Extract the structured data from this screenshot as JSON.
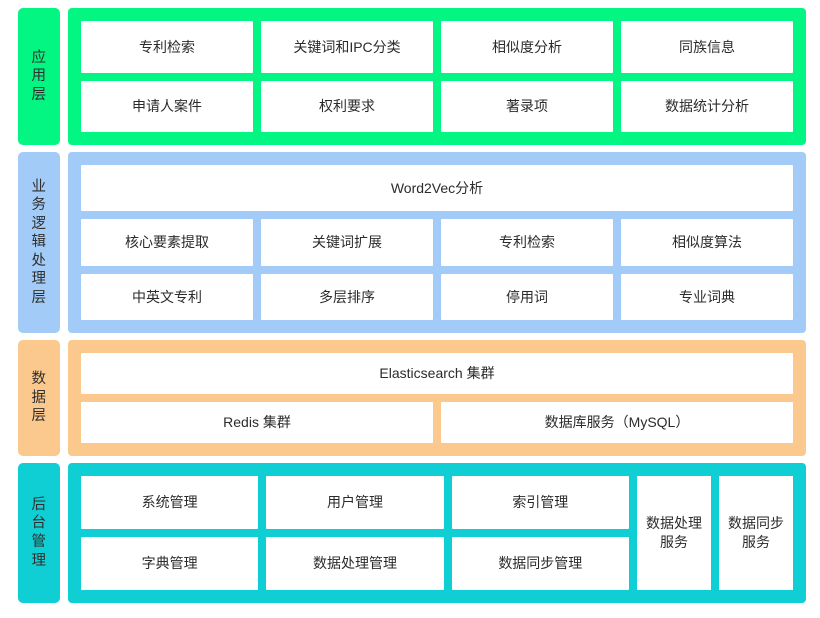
{
  "colors": {
    "app": "#03F582",
    "biz": "#A3CBF7",
    "data": "#FBC88E",
    "backend": "#0FCFD4",
    "cell_bg": "#FFFFFF",
    "text": "#2B2B2B",
    "page_bg": "#FFFFFF"
  },
  "layers": [
    {
      "key": "app",
      "label": "应用层",
      "rows": [
        [
          "专利检索",
          "关键词和IPC分类",
          "相似度分析",
          "同族信息"
        ],
        [
          "申请人案件",
          "权利要求",
          "著录项",
          "数据统计分析"
        ]
      ]
    },
    {
      "key": "biz",
      "label": "业务逻辑处理层",
      "banner": "Word2Vec分析",
      "rows": [
        [
          "核心要素提取",
          "关键词扩展",
          "专利检索",
          "相似度算法"
        ],
        [
          "中英文专利",
          "多层排序",
          "停用词",
          "专业词典"
        ]
      ]
    },
    {
      "key": "data",
      "label": "数据层",
      "banner": "Elasticsearch 集群",
      "rows": [
        [
          "Redis 集群",
          "数据库服务（MySQL）"
        ]
      ]
    },
    {
      "key": "backend",
      "label": "后台管理",
      "rows": [
        [
          "系统管理",
          "用户管理",
          "索引管理"
        ],
        [
          "字典管理",
          "数据处理管理",
          "数据同步管理"
        ]
      ],
      "services": [
        "数据处理服务",
        "数据同步服务"
      ]
    }
  ]
}
